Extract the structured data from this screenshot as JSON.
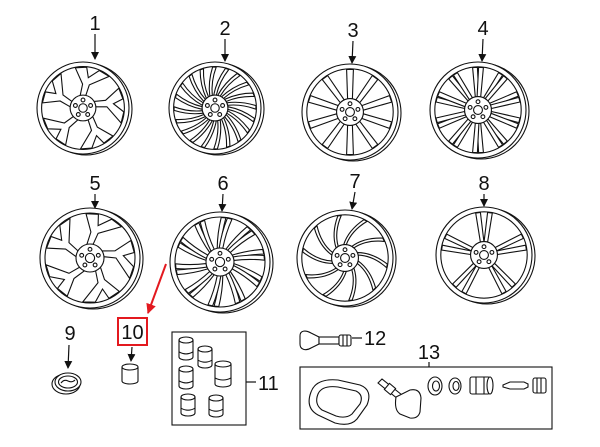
{
  "callouts": {
    "c1": "1",
    "c2": "2",
    "c3": "3",
    "c4": "4",
    "c5": "5",
    "c6": "6",
    "c7": "7",
    "c8": "8",
    "c9": "9",
    "c10": "10",
    "c11": "11",
    "c12": "12",
    "c13": "13"
  },
  "colors": {
    "highlight": "#e3191f",
    "line": "#111111",
    "background": "#ffffff"
  }
}
